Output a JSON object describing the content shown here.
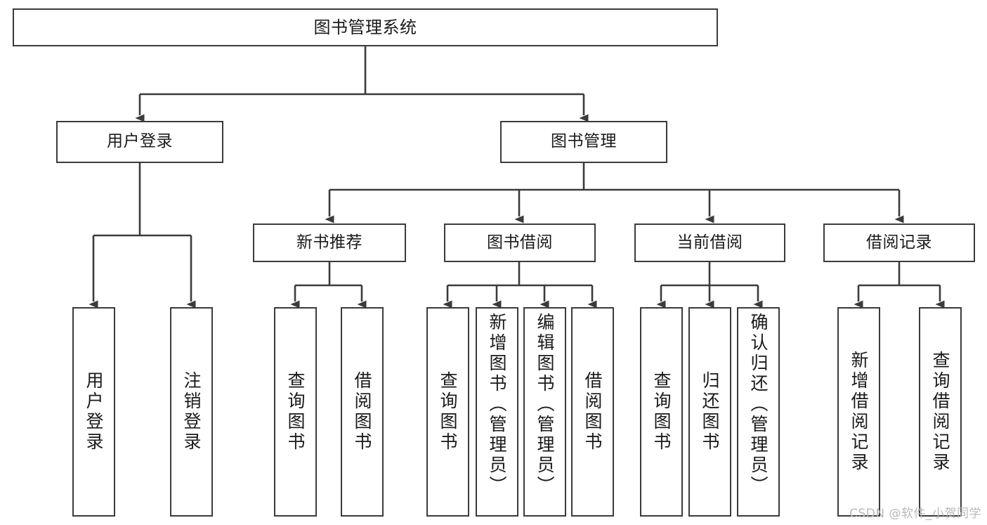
{
  "diagram": {
    "title": "图书管理系统",
    "type": "tree",
    "colors": {
      "background": "#ffffff",
      "box_border": "#3b3b3b",
      "box_fill": "#ffffff",
      "text": "#1a1a1a",
      "connector": "#3b3b3b",
      "watermark": "#b9b9b9"
    },
    "watermark": "CSDN @软件_小贺同学",
    "nodes": {
      "root": {
        "label": "图书管理系统"
      },
      "level1": [
        {
          "label": "用户登录"
        },
        {
          "label": "图书管理"
        }
      ],
      "level2": [
        {
          "label": "新书推荐"
        },
        {
          "label": "图书借阅"
        },
        {
          "label": "当前借阅"
        },
        {
          "label": "借阅记录"
        }
      ],
      "leaves": {
        "user_login": [
          {
            "label": "用户登录"
          },
          {
            "label": "注销登录"
          }
        ],
        "new_book_recommend": [
          {
            "label": "查询图书"
          },
          {
            "label": "借阅图书"
          }
        ],
        "book_borrow": [
          {
            "label": "查询图书"
          },
          {
            "label": "新增图书（管理员）"
          },
          {
            "label": "编辑图书（管理员）"
          },
          {
            "label": "借阅图书"
          }
        ],
        "current_borrow": [
          {
            "label": "查询图书"
          },
          {
            "label": "归还图书"
          },
          {
            "label": "确认归还（管理员）"
          }
        ],
        "borrow_record": [
          {
            "label": "新增借阅记录"
          },
          {
            "label": "查询借阅记录"
          }
        ]
      }
    }
  }
}
